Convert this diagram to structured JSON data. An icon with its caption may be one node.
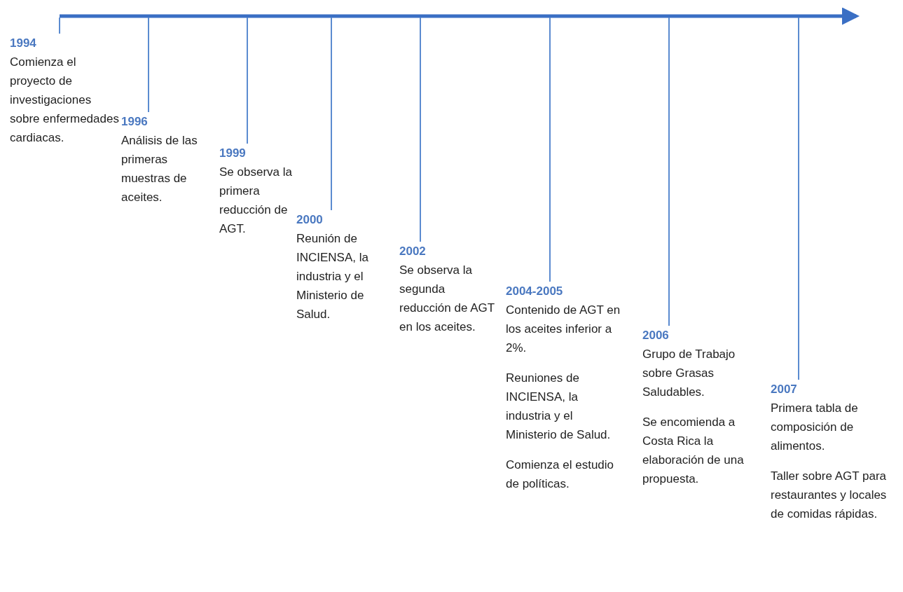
{
  "diagram": {
    "nodes": [
      {
        "text": [],
        "shape": "arrow"
      },
      {
        "text": [
          "1994",
          "Comienza el proyecto de investigaciones sobre enfermedades cardiacas."
        ]
      },
      {
        "text": [
          "1996",
          "Análisis de las primeras muestras de aceites."
        ]
      },
      {
        "text": [
          "1999",
          "Se observa la primera reducción de AGT."
        ]
      },
      {
        "text": [
          "2000",
          "Reunión de INCIENSA, la industria y el Ministerio de Salud."
        ]
      },
      {
        "text": [
          "2002",
          "Se observa la segunda reducción de AGT en los aceites."
        ]
      },
      {
        "text": [
          "2004-2005",
          "Contenido de AGT en los aceites inferior a 2%.",
          "Reuniones de INCIENSA, la industria y el Ministerio de Salud.",
          "Comienza el estudio de políticas."
        ]
      },
      {
        "text": [
          "2006",
          "Grupo de Trabajo sobre Grasas Saludables.",
          "Se encomienda a Costa Rica la elaboración de una propuesta."
        ]
      },
      {
        "text": [
          "2007",
          "Primera tabla de composición de alimentos.",
          "Taller sobre AGT para restaurantes y locales de comidas rápidas."
        ]
      }
    ],
    "edges": [
      {
        "from": 0,
        "to": 1,
        "arrow": "none"
      },
      {
        "from": 0,
        "to": 2,
        "arrow": "none"
      },
      {
        "from": 0,
        "to": 3,
        "arrow": "none"
      },
      {
        "from": 0,
        "to": 4,
        "arrow": "none"
      },
      {
        "from": 0,
        "to": 5,
        "arrow": "none"
      },
      {
        "from": 0,
        "to": 6,
        "arrow": "none"
      },
      {
        "from": 0,
        "to": 7,
        "arrow": "none"
      },
      {
        "from": 0,
        "to": 8,
        "arrow": "none"
      }
    ]
  }
}
